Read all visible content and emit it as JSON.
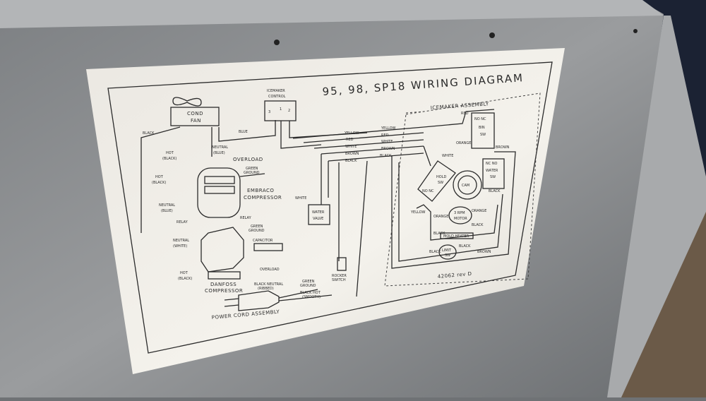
{
  "diagram": {
    "title": "95, 98, SP18 WIRING DIAGRAM",
    "icemaker_assembly": "ICEMAKER ASSEMBLY",
    "icemaker_control": [
      "ICEMAKER",
      "CONTROL"
    ],
    "control_pins": [
      "3",
      "1",
      "2"
    ],
    "cond_fan": [
      "COND",
      "FAN"
    ],
    "labels": {
      "black": "BLACK",
      "blue": "BLUE",
      "hot_black": [
        "HOT",
        "(BLACK)"
      ],
      "neutral_blue": [
        "NEUTRAL",
        "(BLUE)"
      ],
      "overload": "OVERLOAD",
      "green_ground": [
        "GREEN",
        "GROUND"
      ],
      "embraco": [
        "EMBRACO",
        "COMPRESSOR"
      ],
      "relay": "RELAY",
      "neutral_white": [
        "NEUTRAL",
        "(WHITE)"
      ],
      "capacitor": "CAPACITOR",
      "danfoss": [
        "DANFOSS",
        "COMPRESSOR"
      ],
      "black_neutral": [
        "BLACK NEUTRAL",
        "(RIBBED)"
      ],
      "black_hot": [
        "BLACK HOT",
        "(SMOOTH)"
      ],
      "power_cord": "POWER CORD ASSEMBLY",
      "water_valve": [
        "WATER",
        "VALVE"
      ],
      "rocker_switch": [
        "ROCKER",
        "SWITCH"
      ],
      "white": "WHITE"
    },
    "wires": [
      "YELLOW",
      "RED",
      "WHITE",
      "BROWN",
      "BLACK"
    ],
    "assembly": {
      "bin_sw": [
        "NO NC",
        "BIN",
        "SW"
      ],
      "hold_sw": [
        "HOLD",
        "SW"
      ],
      "no_nc": "NO NC",
      "cam": "CAM",
      "water_sw": [
        "NC NO",
        "WATER",
        "SW"
      ],
      "motor": [
        "3 RPM",
        "MOTOR"
      ],
      "mold_heater": "MOLD HEATER",
      "limit_sw": [
        "LIMIT",
        "SW"
      ],
      "orange": "ORANGE",
      "red": "RED",
      "brown": "BROWN",
      "black": "BLACK",
      "yellow": "YELLOW"
    },
    "part_number": "42062 rev D"
  },
  "colors": {
    "panel": "#8a8d90",
    "sticker": "#f2f0ea",
    "navy": "#1b2233"
  }
}
